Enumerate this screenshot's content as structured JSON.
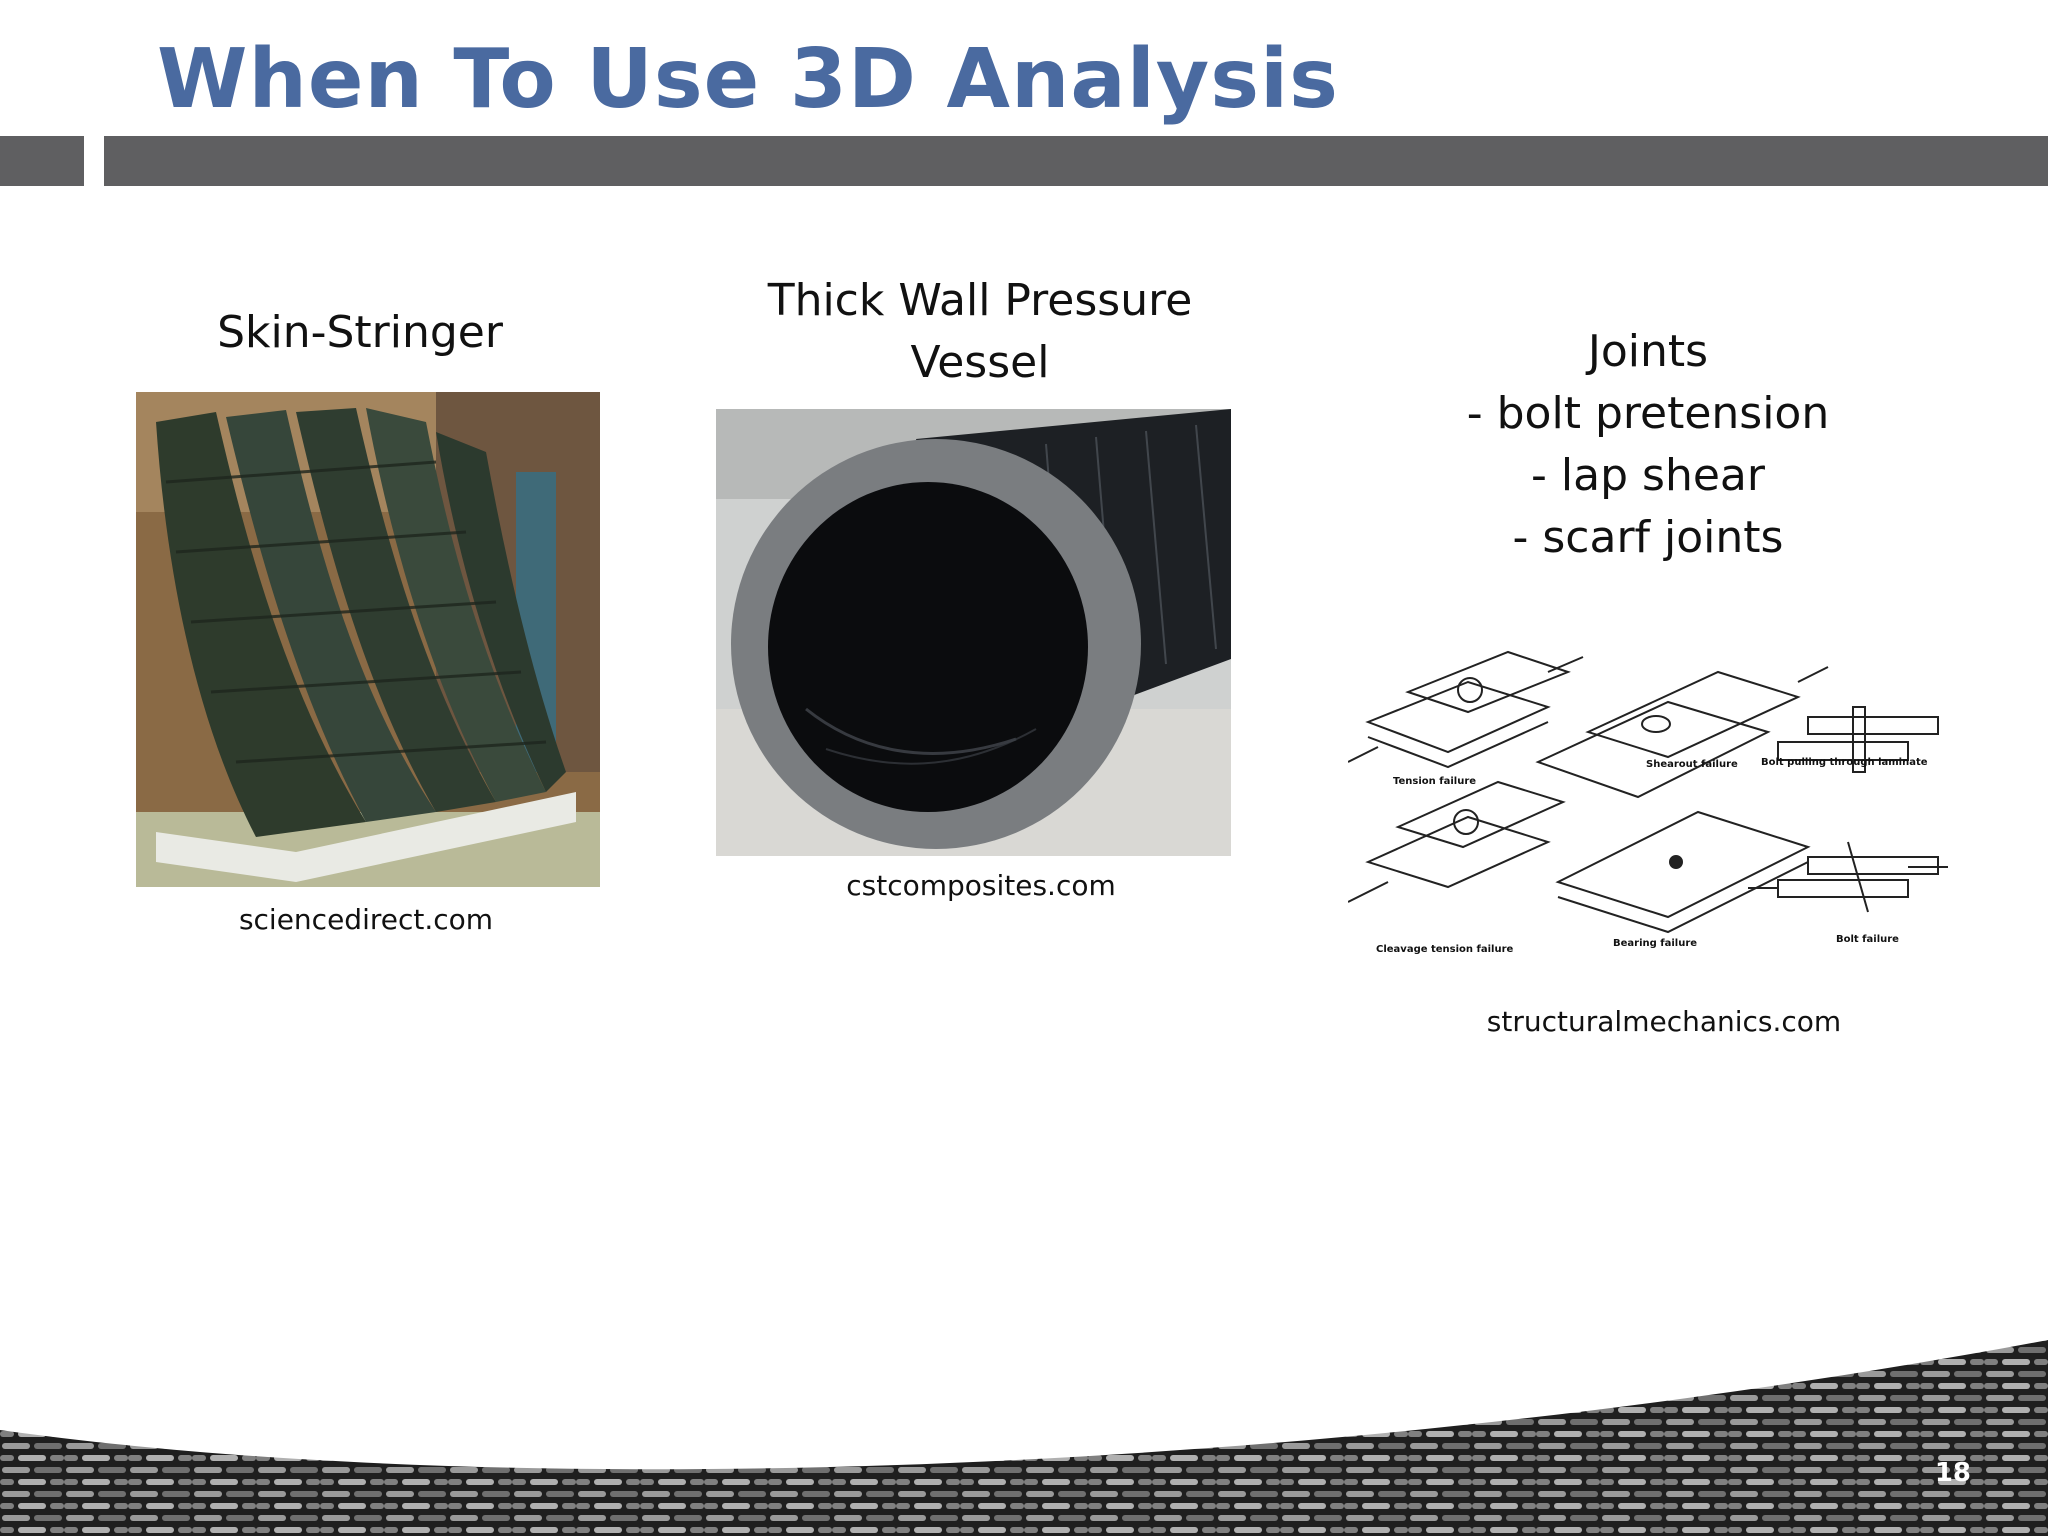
{
  "slide": {
    "title": "When To Use 3D Analysis",
    "page_number": "18"
  },
  "columns": [
    {
      "heading": "Skin-Stringer",
      "caption": "sciencedirect.com",
      "image": "skin-stringer-panel-photo"
    },
    {
      "heading_line1": "Thick Wall Pressure",
      "heading_line2": "Vessel",
      "caption": "cstcomposites.com",
      "image": "composite-pipe-photo"
    },
    {
      "heading_lines": [
        "Joints",
        "- bolt pretension",
        "- lap shear",
        "- scarf joints"
      ],
      "caption": "structuralmechanics.com",
      "image": "bolted-joint-failure-modes-diagram",
      "diagram_labels": [
        "Tension failure",
        "Shearout failure",
        "Bolt pulling through laminate",
        "Cleavage tension failure",
        "Bearing failure",
        "Bolt failure"
      ]
    }
  ],
  "colors": {
    "title": "#4a6aa0",
    "header_bar": "#5f5f61",
    "footer_weave": "#2b2b2b"
  }
}
